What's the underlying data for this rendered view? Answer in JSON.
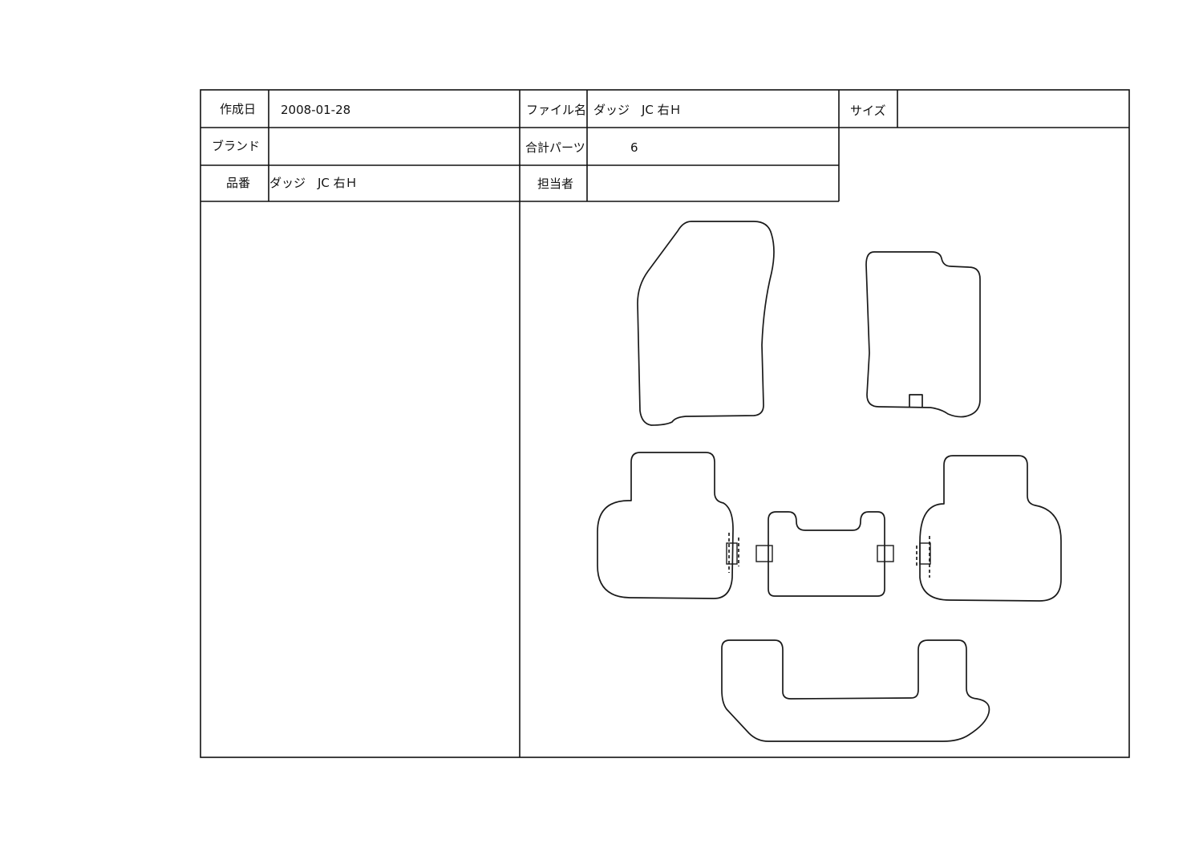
{
  "form": {
    "created_label": "作成日",
    "created_value": "2008-01-28",
    "filename_label": "ファイル名",
    "filename_value": "ダッジ　JC 右Ｈ",
    "size_label": "サイズ",
    "size_value": "",
    "brand_label": "ブランド",
    "brand_value": "",
    "total_parts_label": "合計パーツ",
    "total_parts_value": "6",
    "part_no_label": "品番",
    "part_no_value": "ダッジ　JC 右Ｈ",
    "staff_label": "担当者",
    "staff_value": ""
  },
  "drawing": {
    "pieces": [
      "driver-mat",
      "passenger-mat",
      "rear-left-mat",
      "rear-center-mat",
      "rear-right-mat",
      "third-row-mat"
    ]
  }
}
